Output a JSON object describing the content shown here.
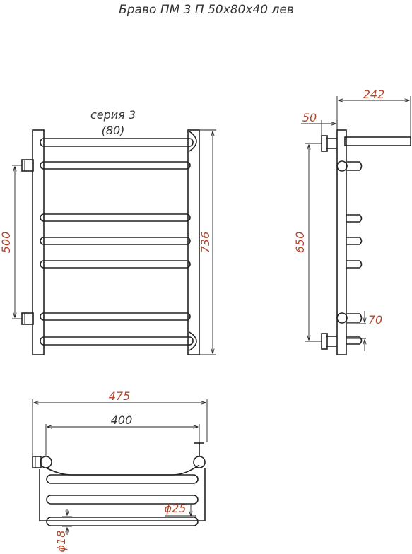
{
  "title": "Браво ПМ 3 П 50х80х40 лев",
  "series": {
    "line1": "серия 3",
    "line2": "(80)"
  },
  "dimensions": {
    "height_total": "736",
    "pipe_distance": "500",
    "wall_distance": "50",
    "depth": "242",
    "side_height": "650",
    "bottom_offset": "70",
    "width_total": "475",
    "center_distance": "400",
    "pipe_diameter": "ϕ25",
    "rung_diameter": "ϕ18"
  },
  "colors": {
    "dimension_text": "#b4452b",
    "line": "#222222"
  }
}
